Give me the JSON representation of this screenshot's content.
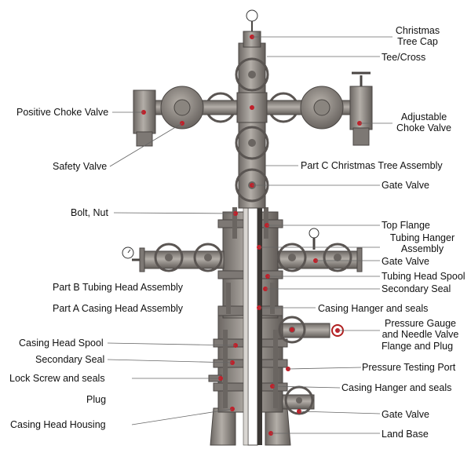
{
  "labels": {
    "christmas_tree_cap": "Christmas\nTree Cap",
    "tee_cross": "Tee/Cross",
    "positive_choke_valve": "Positive Choke Valve",
    "adjustable_choke_valve": "Adjustable\nChoke Valve",
    "safety_valve": "Safety Valve",
    "part_c": "Part C Christmas Tree Assembly",
    "gate_valve_upper": "Gate Valve",
    "bolt_nut": "Bolt, Nut",
    "top_flange": "Top Flange",
    "tubing_hanger_assembly": "Tubing Hanger\nAssembly",
    "gate_valve_middle": "Gate Valve",
    "tubing_head_spool": "Tubing Head Spool",
    "part_b": "Part B Tubing Head Assembly",
    "secondary_seal_right": "Secondary Seal",
    "part_a": "Part A Casing Head Assembly",
    "casing_hanger_seals_upper": "Casing Hanger and seals",
    "pressure_gauge_needle_valve": "Pressure Gauge\nand Needle Valve",
    "flange_and_plug": "Flange and Plug",
    "casing_head_spool": "Casing Head Spool",
    "secondary_seal_left": "Secondary Seal",
    "pressure_testing_port": "Pressure Testing Port",
    "lock_screw_seals": "Lock Screw and seals",
    "casing_hanger_seals_lower": "Casing Hanger and seals",
    "plug": "Plug",
    "gate_valve_lower": "Gate Valve",
    "casing_head_housing": "Casing Head Housing",
    "land_base": "Land Base"
  },
  "colors": {
    "body": "#8f8a85",
    "body_dark": "#5e5955",
    "body_light": "#b7b2ac",
    "marker": "#c0202a",
    "leader": "#555555"
  }
}
